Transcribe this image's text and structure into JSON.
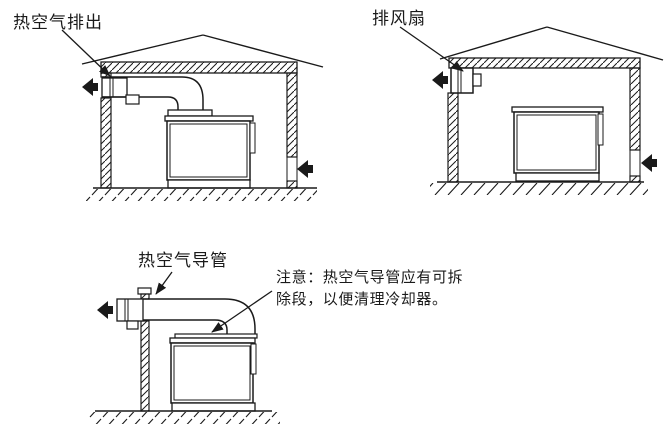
{
  "page": {
    "background_color": "#ffffff",
    "line_color": "#1a1a1a"
  },
  "figures": {
    "top_left": {
      "label": "热空气排出"
    },
    "top_right": {
      "label": "排风扇"
    },
    "bottom_left": {
      "label": "热空气导管",
      "note_line1": "注意：热空气导管应有可拆",
      "note_line2": "除段，以便清理冷却器。"
    }
  }
}
